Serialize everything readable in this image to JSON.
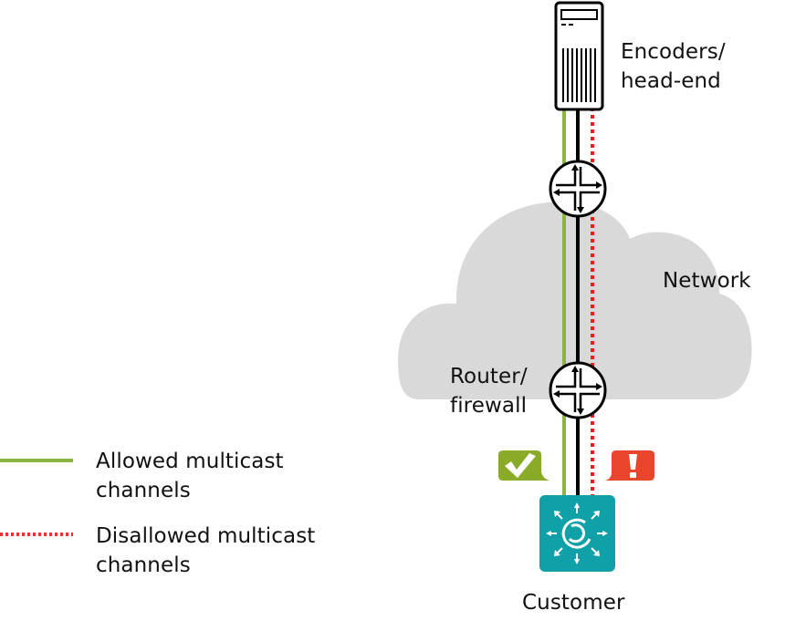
{
  "nodes": {
    "encoders": {
      "label": "Encoders/\nhead-end",
      "icon": "server-icon"
    },
    "network": {
      "label": "Network",
      "icon": "cloud-icon"
    },
    "router": {
      "label": "Router/\nfirewall",
      "icon": "router-icon"
    },
    "customer": {
      "label": "Customer",
      "icon": "customer-switch-icon"
    }
  },
  "badges": {
    "allowed": {
      "icon": "checkmark-icon",
      "color": "#8aab27"
    },
    "disallowed": {
      "icon": "exclamation-icon",
      "glyph": "!",
      "color": "#e8452c"
    }
  },
  "legend": {
    "items": [
      {
        "label": "Allowed multicast\nchannels",
        "style": "solid",
        "color": "#8ab540"
      },
      {
        "label": "Disallowed multicast\nchannels",
        "style": "dotted",
        "color": "#e8352c"
      }
    ]
  },
  "colors": {
    "allowed_line": "#8ab540",
    "neutral_line": "#000000",
    "disallowed_line": "#ee1c1c",
    "cloud": "#d9d9d9",
    "customer": "#10a0a8"
  }
}
